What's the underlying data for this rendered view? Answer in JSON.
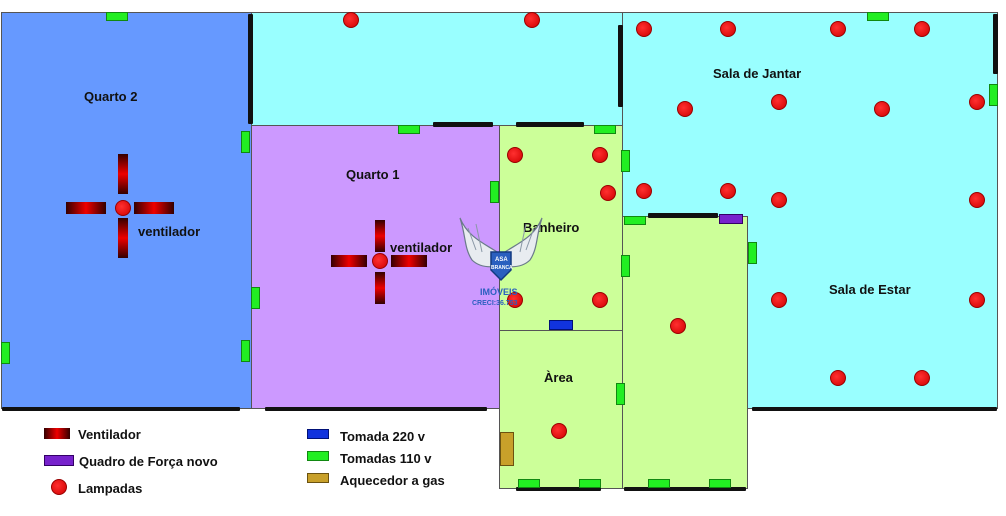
{
  "rooms": {
    "quarto2": "Quarto 2",
    "quarto1": "Quarto 1",
    "sala_jantar": "Sala de Jantar",
    "sala_estar": "Sala de Estar",
    "banheiro": "Banheiro",
    "area": "Àrea"
  },
  "fans": {
    "fan1_label": "ventilador",
    "fan2_label": "ventilador"
  },
  "legend": {
    "ventilador": "Ventilador",
    "quadro": "Quadro de Força novo",
    "lampadas": "Lampadas",
    "tomada220": "Tomada 220 v",
    "tomadas110": "Tomadas 110 v",
    "aquecedor": "Aquecedor a gas"
  },
  "logo": {
    "badge_line1": "ASA",
    "badge_line2": "BRANCA",
    "brand": "IMÓVEIS",
    "creci": "CRECI:36.753"
  },
  "colors": {
    "quarto2": "#6699ff",
    "quarto1": "#cc99ff",
    "sala": "#99ffff",
    "wet": "#ccff99",
    "lamp": "#e01010",
    "outlet110": "#22ee22",
    "outlet220": "#1133dd",
    "panel": "#7722cc",
    "heater": "#c8a02a"
  }
}
